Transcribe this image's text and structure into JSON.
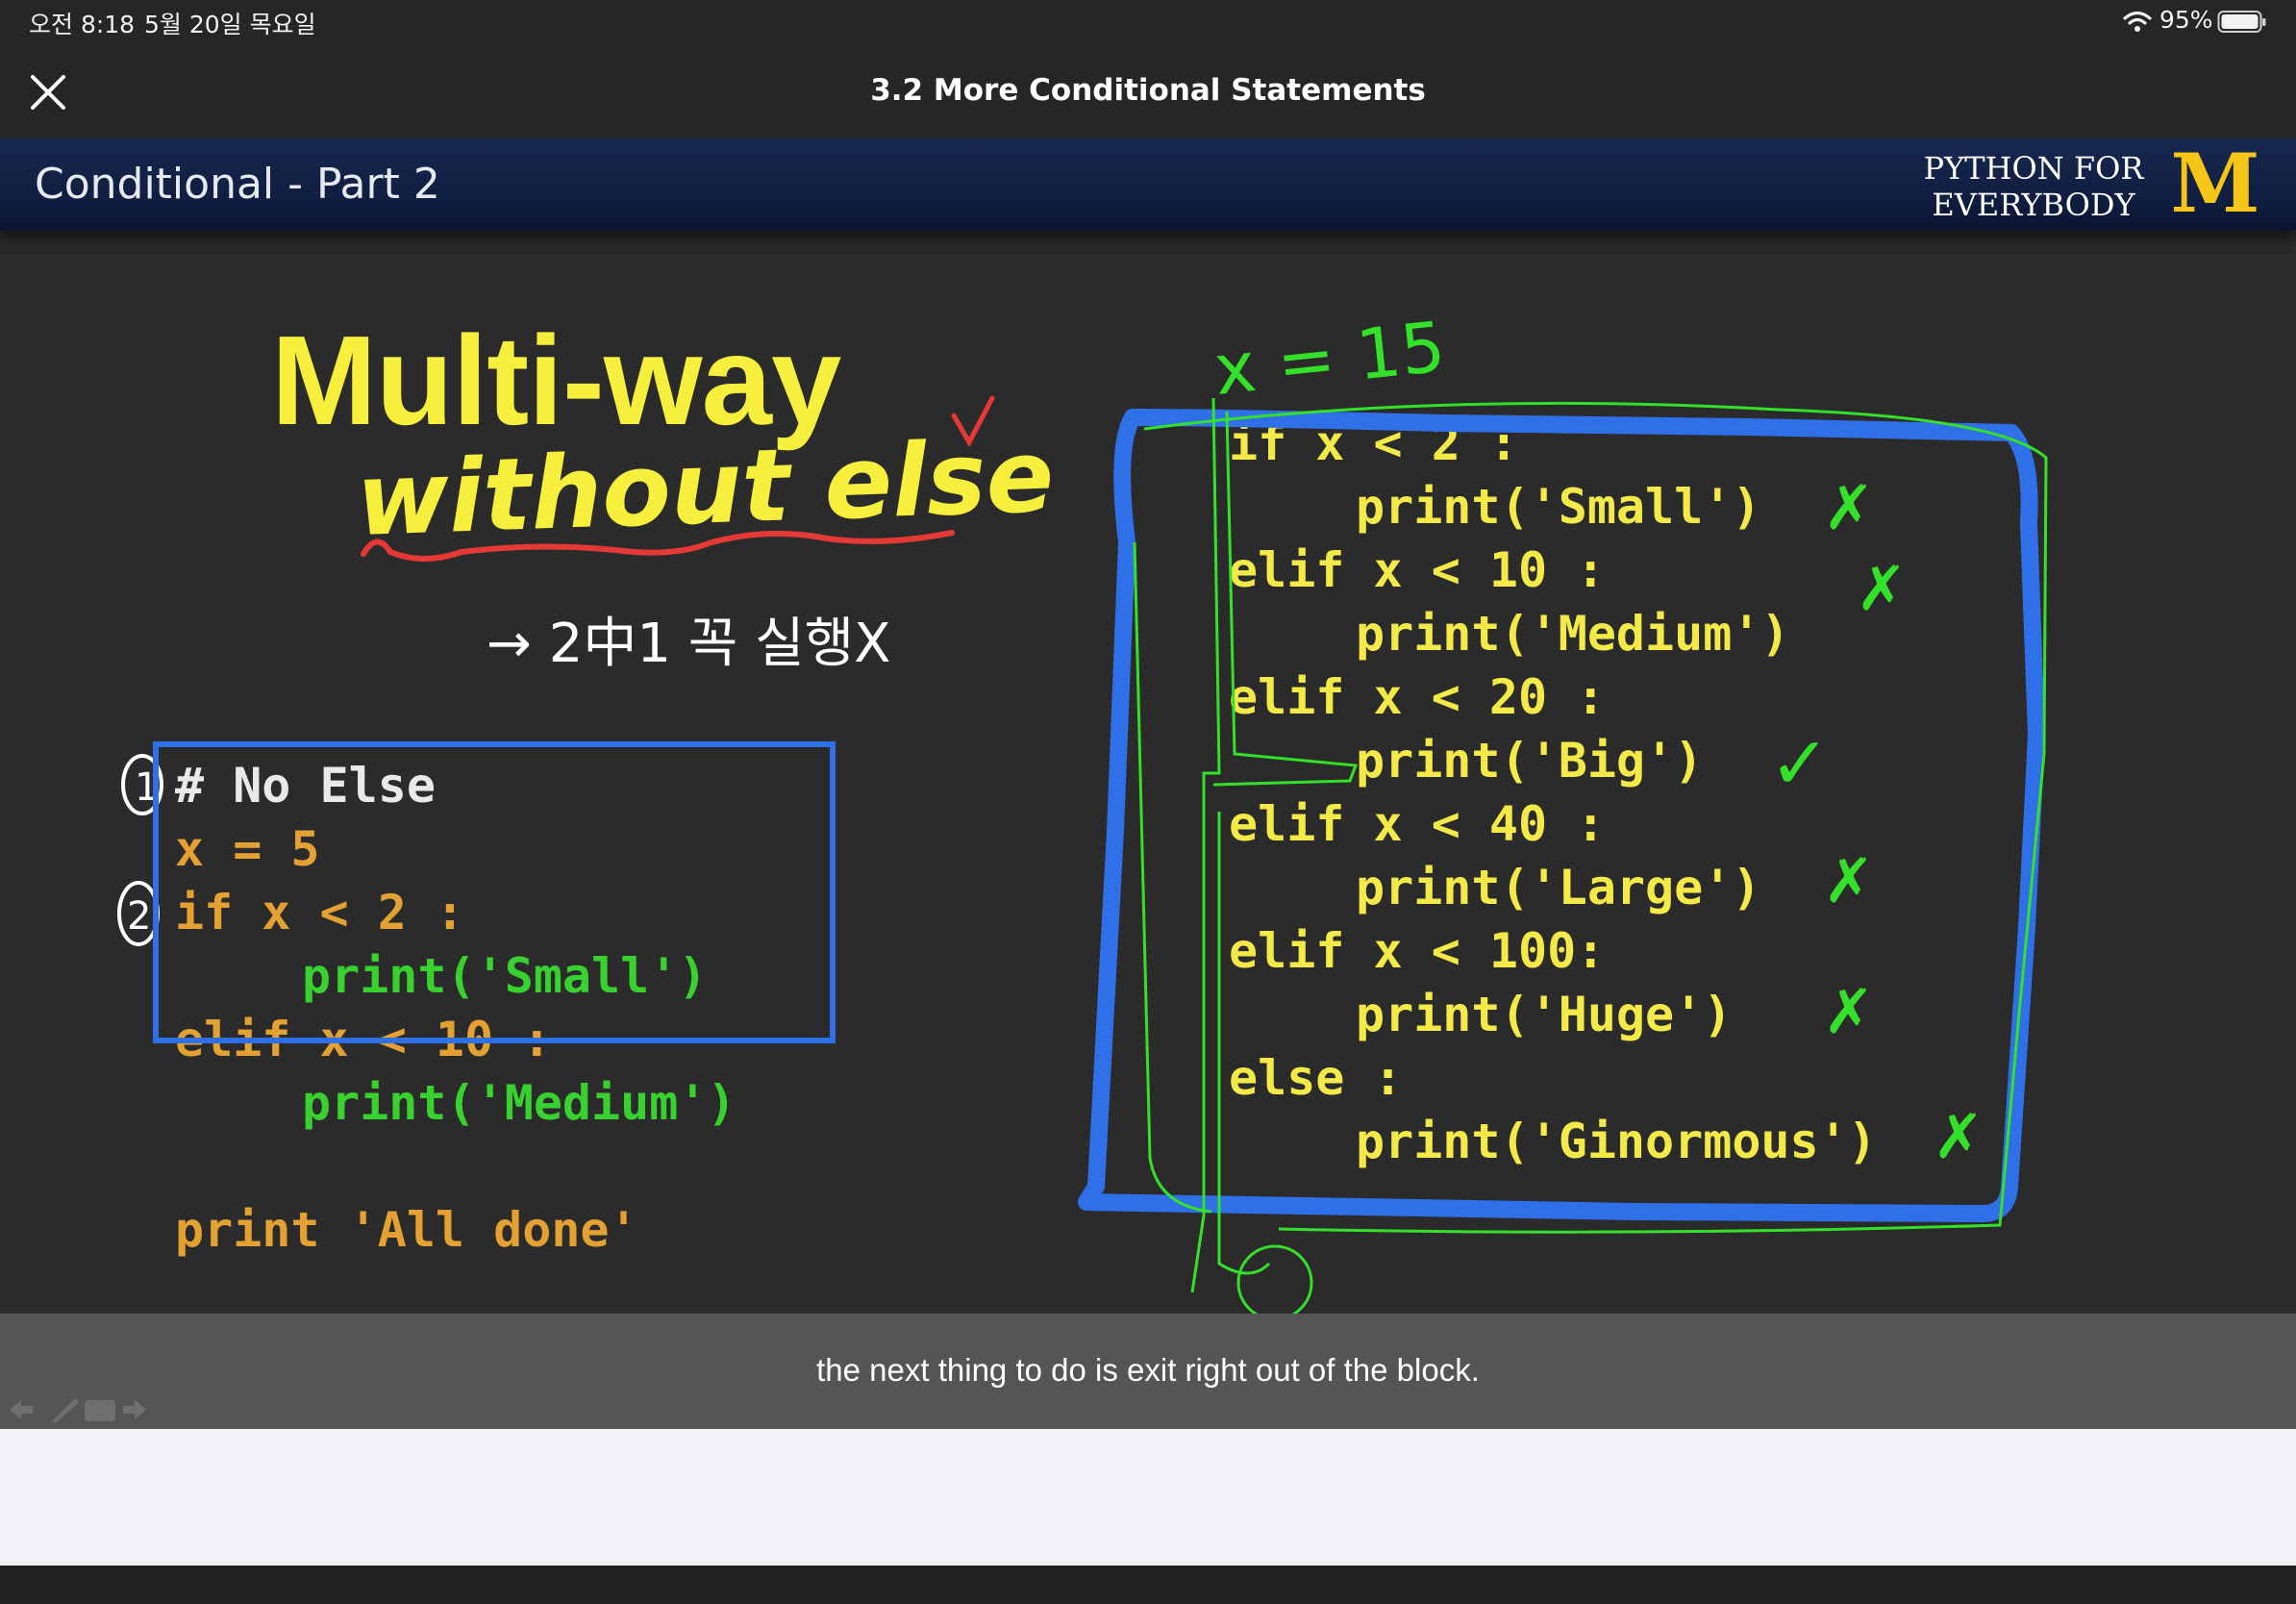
{
  "status_bar": {
    "time": "오전 8:18",
    "date": "5월 20일 목요일",
    "battery": "95%",
    "icons": [
      "wifi-icon",
      "battery-icon"
    ]
  },
  "title_bar": {
    "title": "3.2 More Conditional Statements",
    "close_icon": "close-icon"
  },
  "slide": {
    "subtitle": "Conditional - Part 2",
    "brand_line1": "PYTHON FOR",
    "brand_line2": "EVERYBODY",
    "logo_letter": "M",
    "heading": "Multi-way",
    "annotation_heading": "without else",
    "comment": "# No Else",
    "annotation_comment": "→ 2中1 꼭 실행X",
    "annotation_x": "x = 15",
    "annotation_marks": [
      "1",
      "2",
      "✗",
      "✗",
      "✓",
      "✗",
      "✗",
      "✗"
    ],
    "left_code": {
      "assign": "x = 5",
      "if_line": "if x < 2 :",
      "print_small": "print('Small')",
      "elif_line": "elif x < 10 :",
      "print_medium": "print('Medium')",
      "done_line": "print 'All done'"
    },
    "right_code": {
      "l1": "if x < 2 :",
      "l2": "print('Small')",
      "l3": "elif x < 10 :",
      "l4": "print('Medium')",
      "l5": "elif x < 20 :",
      "l6": "print('Big')",
      "l7": "elif x < 40 :",
      "l8": "print('Large')",
      "l9": "elif x < 100:",
      "l10": "print('Huge')",
      "l11": "else :",
      "l12": "print('Ginormous')"
    },
    "colors": {
      "header_bg": "#14244a",
      "heading": "#f6ef3e",
      "code_keyword": "#e2a132",
      "code_print": "#38d12f",
      "code_right": "#f3ea4a",
      "ink_blue": "#2f6fe8",
      "ink_green": "#35e02a",
      "ink_red": "#e53935",
      "ink_yellow": "#f6ef3e"
    }
  },
  "captions": {
    "text": "the next thing to do is exit right out of the block."
  },
  "player": {
    "nav_icons": [
      "prev-arrow-icon",
      "pen-icon",
      "slides-icon",
      "next-arrow-icon"
    ]
  }
}
